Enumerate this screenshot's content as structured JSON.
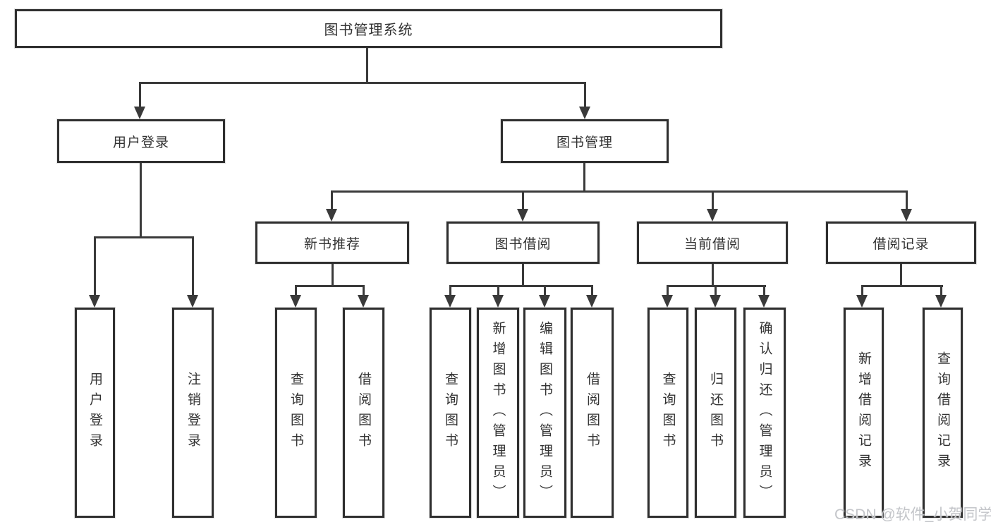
{
  "tree": {
    "root": {
      "label": "图书管理系统"
    },
    "children": [
      {
        "label": "用户登录",
        "children": [
          {
            "label": "用户登录"
          },
          {
            "label": "注销登录"
          }
        ]
      },
      {
        "label": "图书管理",
        "children": [
          {
            "label": "新书推荐",
            "children": [
              {
                "label": "查询图书"
              },
              {
                "label": "借阅图书"
              }
            ]
          },
          {
            "label": "图书借阅",
            "children": [
              {
                "label": "查询图书"
              },
              {
                "label": "新增图书（管理员）"
              },
              {
                "label": "编辑图书（管理员）"
              },
              {
                "label": "借阅图书"
              }
            ]
          },
          {
            "label": "当前借阅",
            "children": [
              {
                "label": "查询图书"
              },
              {
                "label": "归还图书"
              },
              {
                "label": "确认归还（管理员）"
              }
            ]
          },
          {
            "label": "借阅记录",
            "children": [
              {
                "label": "新增借阅记录"
              },
              {
                "label": "查询借阅记录"
              }
            ]
          }
        ]
      }
    ]
  },
  "watermark": {
    "text": "CSDN @软件_小贺同学"
  },
  "colors": {
    "line": "#3a3a3a",
    "box_border": "#2f2f2f",
    "text": "#333333",
    "watermark": "#c3c5c9",
    "background": "#ffffff"
  }
}
